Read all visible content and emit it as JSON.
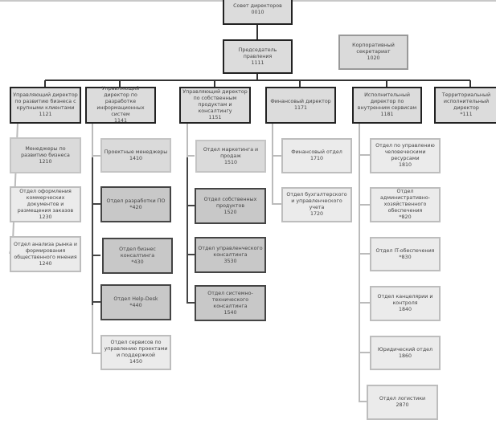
{
  "top": {
    "board": {
      "name": "Совет директоров",
      "code": "0010"
    },
    "chairman": {
      "name": "Председатель правления",
      "code": "1111"
    },
    "secretariat": {
      "name": "Корпоративный секретариат",
      "code": "1020"
    }
  },
  "directors": [
    {
      "name": "Управляющий директор по развитию бизнеса с крупными клиентами",
      "code": "1121"
    },
    {
      "name": "Управляющий директор по разработке информационных систем",
      "code": "1141"
    },
    {
      "name": "Управляющий директор по собственным продуктам и консалтингу",
      "code": "1151"
    },
    {
      "name": "Финансовый директор",
      "code": "1171"
    },
    {
      "name": "Исполнительный директор по внутренним сервисам",
      "code": "1181"
    },
    {
      "name": "Территориальный исполнительный директор",
      "code": "*111"
    }
  ],
  "col1": [
    {
      "name": "Менеджеры по развитию бизнеса",
      "code": "1210"
    },
    {
      "name": "Отдел оформления коммерческих документов и размещения заказов",
      "code": "1230"
    },
    {
      "name": "Отдел анализа рынка и формирования общественного мнения",
      "code": "1240"
    }
  ],
  "col2": [
    {
      "name": "Проектные менеджеры",
      "code": "1410"
    },
    {
      "name": "Отдел разработки ПО",
      "code": "*420"
    },
    {
      "name": "Отдел бизнес консалтинга",
      "code": "*430"
    },
    {
      "name": "Отдел Help-Desk",
      "code": "*440"
    },
    {
      "name": "Отдел сервисов по управлению проектами и поддержкой",
      "code": "1450"
    }
  ],
  "col3": [
    {
      "name": "Отдел маркетинга и продаж",
      "code": "1510"
    },
    {
      "name": "Отдел собственных продуктов",
      "code": "1520"
    },
    {
      "name": "Отдел управленческого консалтинга",
      "code": "3530"
    },
    {
      "name": "Отдел системно-технического консалтинга",
      "code": "1540"
    }
  ],
  "col4": [
    {
      "name": "Финансовый отдел",
      "code": "1710"
    },
    {
      "name": "Отдел бухгалтерского и управленческого учета",
      "code": "1720"
    }
  ],
  "col5": [
    {
      "name": "Отдел по управлению человеческими ресурсами",
      "code": "1810"
    },
    {
      "name": "Отдел административно-хозяйственного обеспечения",
      "code": "*820"
    },
    {
      "name": "Отдел IT-обеспечения",
      "code": "*830"
    },
    {
      "name": "Отдел канцелярии и контроля",
      "code": "1840"
    },
    {
      "name": "Юридический отдел",
      "code": "1860"
    },
    {
      "name": "Отдел логистики",
      "code": "2870"
    }
  ]
}
